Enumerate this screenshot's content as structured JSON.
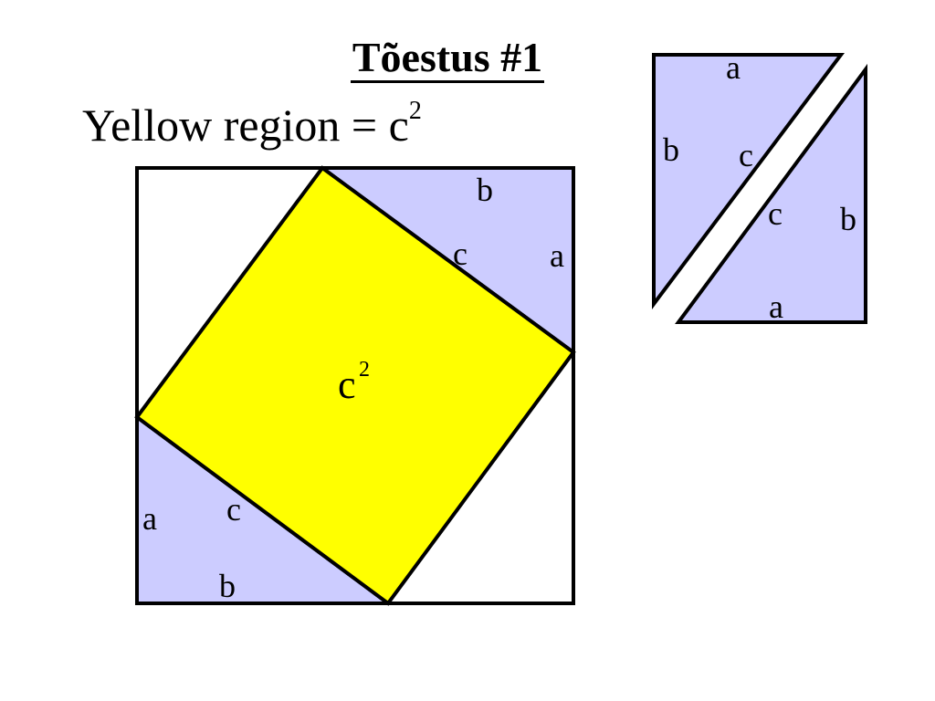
{
  "title": "Tõestus   #1",
  "caption": {
    "text": "Yellow region = c",
    "exponent": "2"
  },
  "center_label": {
    "text": "c",
    "exponent": "2"
  },
  "side_labels": {
    "a": "a",
    "b": "b",
    "c": "c"
  },
  "colors": {
    "yellow": "#ffff00",
    "lavender": "#ccccff",
    "outline": "#000000",
    "background": "#ffffff"
  }
}
